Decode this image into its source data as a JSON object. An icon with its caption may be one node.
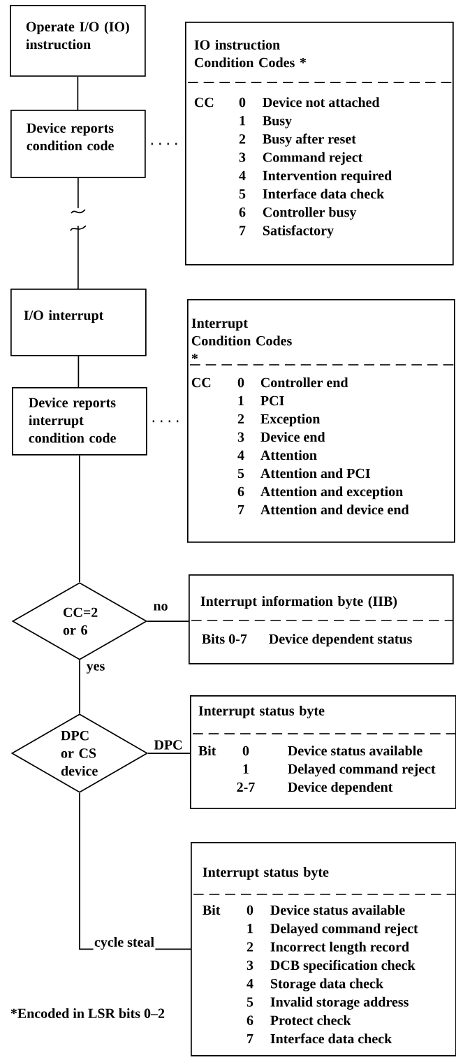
{
  "diagram": {
    "nodes": [
      {
        "text": [
          "Operate I/O (IO) instruction"
        ]
      },
      {
        "text": [
          "Device reports condition code"
        ]
      },
      {
        "text": [
          "IO instruction Condition Codes *",
          "CC",
          "0",
          "Device not attached",
          "1",
          "Busy",
          "2",
          "Busy after reset",
          "3",
          "Command reject",
          "4",
          "Intervention required",
          "5",
          "Interface data check",
          "6",
          "Controller busy",
          "7",
          "Satisfactory"
        ]
      },
      {
        "text": [
          "I/O interrupt"
        ]
      },
      {
        "text": [
          "Device reports interrupt condition code"
        ]
      },
      {
        "text": [
          "Interrupt Condition Codes *",
          "CC",
          "0",
          "Controller end",
          "1",
          "PCI",
          "2",
          "Exception",
          "3",
          "Device end",
          "4",
          "Attention",
          "5",
          "Attention and PCI",
          "6",
          "Attention and exception",
          "7",
          "Attention and device end"
        ]
      },
      {
        "text": [
          "CC=2 or 6"
        ]
      },
      {
        "text": [
          "Interrupt information byte (IIB)",
          "Bits 0-7",
          "Device dependent status"
        ]
      },
      {
        "text": [
          "DPC or CS device"
        ]
      },
      {
        "text": [
          "Interrupt status byte",
          "Bit",
          "0",
          "Device status available",
          "1",
          "Delayed command reject",
          "2-7",
          "Device dependent"
        ]
      },
      {
        "text": [
          "Interrupt status byte",
          "Bit",
          "0",
          "Device status available",
          "1",
          "Delayed command reject",
          "2",
          "Incorrect length record",
          "3",
          "DCB specification check",
          "4",
          "Storage data check",
          "5",
          "Invalid storage address",
          "6",
          "Protect check",
          "7",
          "Interface data check"
        ]
      }
    ],
    "edges": [
      {
        "from": 0,
        "to": 1,
        "arrow": "none"
      },
      {
        "from": 1,
        "to": 2,
        "arrow": "none",
        "style": "dashed"
      },
      {
        "from": 1,
        "to": 3,
        "arrow": "none"
      },
      {
        "from": 3,
        "to": 4,
        "arrow": "none"
      },
      {
        "from": 4,
        "to": 5,
        "arrow": "none",
        "style": "dashed"
      },
      {
        "from": 4,
        "to": 6,
        "arrow": "none"
      },
      {
        "from": 6,
        "to": 7,
        "arrow": "none",
        "label": "no"
      },
      {
        "from": 6,
        "to": 8,
        "arrow": "none",
        "label": "yes"
      },
      {
        "from": 8,
        "to": 9,
        "arrow": "none",
        "label": "DPC"
      },
      {
        "from": 8,
        "to": 10,
        "arrow": "none",
        "label": "cycle steal"
      }
    ],
    "labels": [
      "*Encoded in LSR bits 0–2"
    ]
  }
}
